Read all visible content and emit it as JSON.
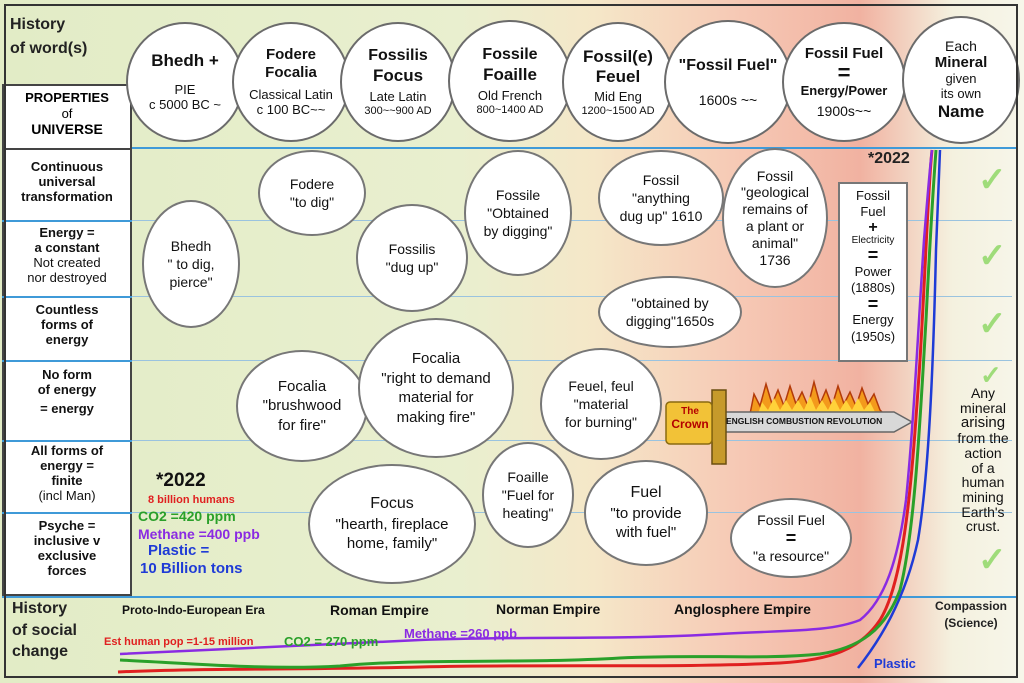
{
  "title": {
    "line1": "History",
    "line2": "of word(s)"
  },
  "left_header": {
    "line1": "PROPERTIES",
    "line2": "of",
    "line3": "UNIVERSE"
  },
  "properties": [
    {
      "l1": "Continuous",
      "l2": "universal",
      "l3": "transformation",
      "l4": ""
    },
    {
      "l1": "Energy =",
      "l2": "a constant",
      "l3": "Not created",
      "l4": "nor destroyed"
    },
    {
      "l1": "Countless",
      "l2": "forms of",
      "l3": "energy",
      "l4": ""
    },
    {
      "l1": "No form",
      "l2": "of energy",
      "l3": "= energy",
      "l4": ""
    },
    {
      "l1": "All forms of",
      "l2": "energy =",
      "l3": "finite",
      "l4": "(incl Man)"
    },
    {
      "l1": "Psyche =",
      "l2": "inclusive v",
      "l3": "exclusive",
      "l4": "forces"
    }
  ],
  "history_circles": [
    {
      "title": "Bhedh +",
      "sub1": "PIE",
      "sub2": "c 5000 BC ~"
    },
    {
      "title": "Fodere",
      "title2": "Focalia",
      "sub1": "Classical Latin",
      "sub2": "c 100 BC~~"
    },
    {
      "title": "Fossilis",
      "title2": "Focus",
      "sub1": "Late Latin",
      "sub2": "300~~900 AD"
    },
    {
      "title": "Fossile",
      "title2": "Foaille",
      "sub1": "Old French",
      "sub2": "800~1400 AD"
    },
    {
      "title": "Fossil(e)",
      "title2": "Feuel",
      "sub1": "Mid Eng",
      "sub2": "1200~1500 AD"
    },
    {
      "title": "\"Fossil Fuel\"",
      "title2": "",
      "sub1": "1600s ~~",
      "sub2": ""
    },
    {
      "title": "Fossil Fuel",
      "title2": "=",
      "sub1": "Energy/Power",
      "sub2": "1900s~~"
    },
    {
      "title": "Each",
      "title2": "Mineral",
      "sub1": "given",
      "sub2": "its own",
      "sub3": "Name"
    }
  ],
  "word_bubbles": [
    {
      "l1": "Fodere",
      "l2": "\"to dig\""
    },
    {
      "l1": "Bhedh",
      "l2": "\" to dig,",
      "l3": "pierce\""
    },
    {
      "l1": "Fossilis",
      "l2": "\"dug up\""
    },
    {
      "l1": "Fossile",
      "l2": "\"Obtained",
      "l3": "by digging\""
    },
    {
      "l1": "Fossil",
      "l2": "\"anything",
      "l3": "dug up\" 1610"
    },
    {
      "l1": "Fossil",
      "l2": "\"geological",
      "l3": "remains of",
      "l4": "a plant or",
      "l5": "animal\"",
      "l6": "1736"
    },
    {
      "l1": "\"obtained by",
      "l2": "digging\"1650s"
    },
    {
      "l1": "Focalia",
      "l2": "\"brushwood",
      "l3": "for fire\""
    },
    {
      "l1": "Focalia",
      "l2": "\"right to demand",
      "l3": "material for",
      "l4": "making fire\""
    },
    {
      "l1": "Feuel, feul",
      "l2": "\"material",
      "l3": "for burning\""
    },
    {
      "l1": "Foaille",
      "l2": "\"Fuel for",
      "l3": "heating\""
    },
    {
      "l1": "Fuel",
      "l2": "\"to provide",
      "l3": "with fuel\""
    },
    {
      "l1": "Focus",
      "l2": "\"hearth, fireplace",
      "l3": "home, family\""
    },
    {
      "l1": "Fossil Fuel",
      "l2": "=",
      "l3": "\"a resource\""
    }
  ],
  "power_box": {
    "l1": "Fossil",
    "l2": "Fuel",
    "l3": "+",
    "l4": "Electricity",
    "l5": "=",
    "l6": "Power",
    "l7": "(1880s)",
    "l8": "=",
    "l9": "Energy",
    "l10": "(1950s)"
  },
  "year_top": "*2022",
  "stats_2022": {
    "year": "*2022",
    "humans": "8 billion humans",
    "co2": "CO2 =420 ppm",
    "methane": "Methane =400 ppb",
    "plastic1": "Plastic =",
    "plastic2": "10 Billion tons"
  },
  "sword": {
    "crown1": "The",
    "crown2": "Crown",
    "blade": "ENGLISH COMBUSTION REVOLUTION"
  },
  "mineral_text": {
    "l1": "Any",
    "l2": "mineral",
    "l3": "arising",
    "l4": "from the",
    "l5": "action",
    "l6": "of a",
    "l7": "human",
    "l8": "mining",
    "l9": "Earth's",
    "l10": "crust."
  },
  "bottom": {
    "title1": "History",
    "title2": "of social",
    "title3": "change",
    "eras": [
      "Proto-Indo-European Era",
      "Roman Empire",
      "Norman Empire",
      "Anglosphere Empire"
    ],
    "compassion1": "Compassion",
    "compassion2": "(Science)",
    "pop": "Est human pop =1-15 million",
    "co2": "CO2 = 270 ppm",
    "methane": "Methane =260 ppb",
    "plastic": "Plastic"
  },
  "colors": {
    "population": "#e02020",
    "co2": "#2aa02a",
    "methane": "#8a2be2",
    "plastic": "#1f3bd6",
    "rule": "#3f9ad8"
  }
}
